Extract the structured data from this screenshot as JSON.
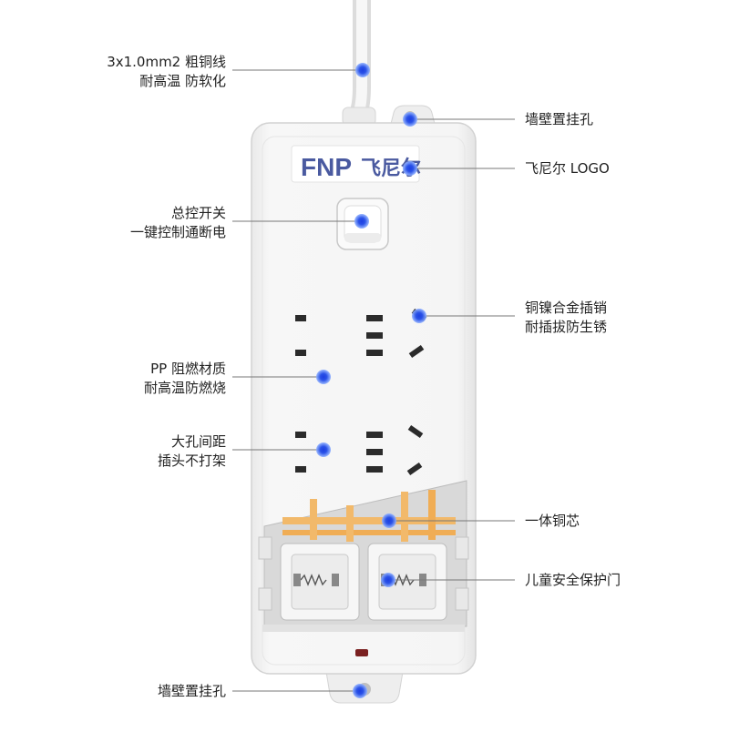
{
  "brand": {
    "logo_text": "FNP",
    "logo_cn": "飞尼尔",
    "logo_color": "#4a5aa0"
  },
  "colors": {
    "marker": "#2a52e8",
    "leader": "#777777",
    "body": "#f2f2f2",
    "copper": "#f2b96a"
  },
  "callouts": {
    "cable": {
      "line1": "3x1.0mm2 粗铜线",
      "line2": "耐高温 防软化"
    },
    "top_hole": {
      "line1": "墙壁置挂孔"
    },
    "logo": {
      "line1": "飞尼尔 LOGO"
    },
    "switch": {
      "line1": "总控开关",
      "line2": "一键控制通断电"
    },
    "pins": {
      "line1": "铜镍合金插销",
      "line2": "耐插拔防生锈"
    },
    "material": {
      "line1": "PP 阻燃材质",
      "line2": "耐高温防燃烧"
    },
    "spacing": {
      "line1": "大孔间距",
      "line2": "插头不打架"
    },
    "copper_core": {
      "line1": "一体铜芯"
    },
    "child_door": {
      "line1": "儿童安全保护门"
    },
    "bottom_hole": {
      "line1": "墙壁置挂孔"
    }
  }
}
